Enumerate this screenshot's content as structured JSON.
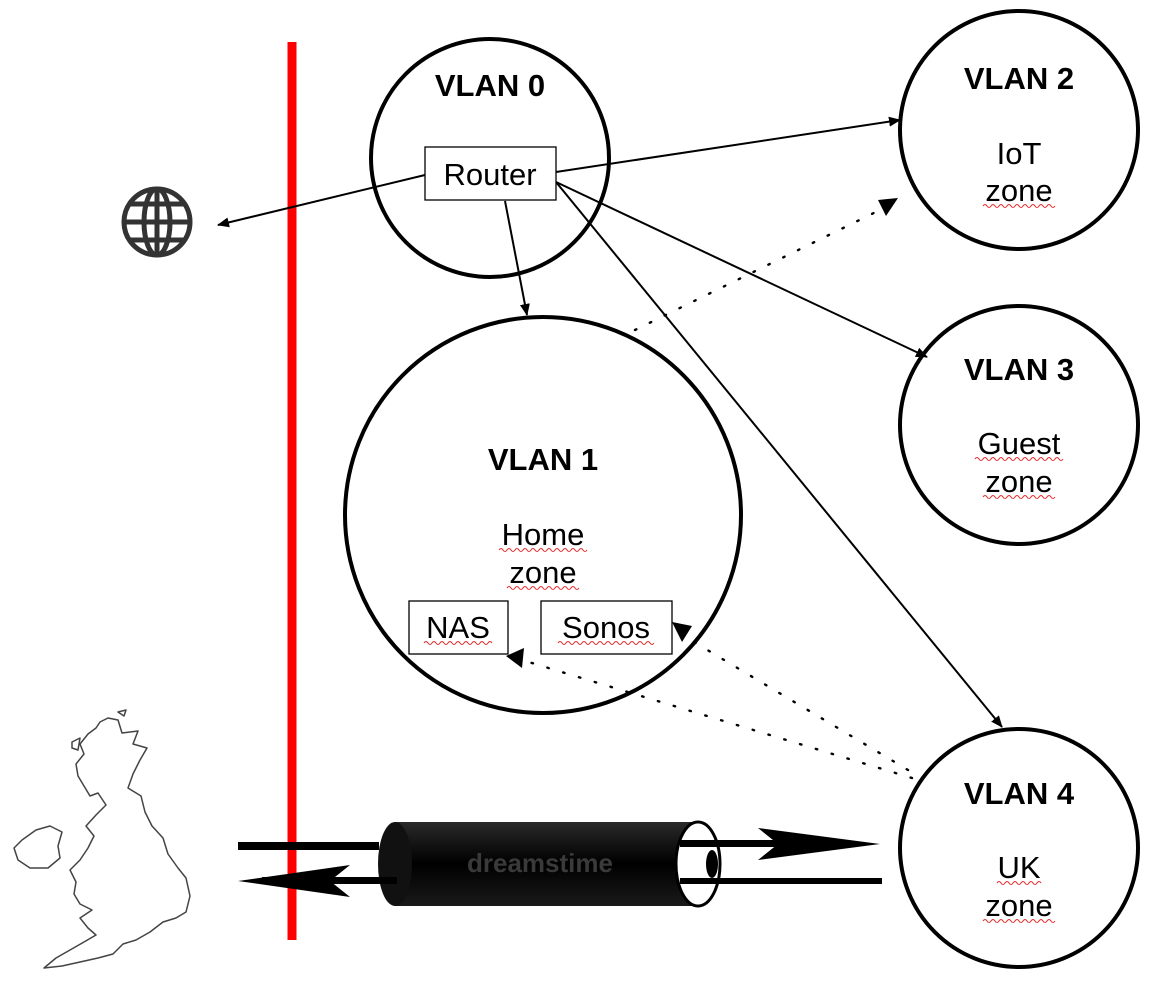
{
  "colors": {
    "boundary": "#ff0000",
    "stroke": "#000000",
    "background": "#ffffff",
    "spellcheck_underline": "#e03030"
  },
  "icons": [
    "globe-icon",
    "uk-map-icon",
    "vpn-tunnel-icon"
  ],
  "tunnel": {
    "watermark": "dreamstime"
  },
  "zones": {
    "vlan0": {
      "title": "VLAN 0",
      "device": "Router"
    },
    "vlan1": {
      "title": "VLAN 1",
      "line1": "Home",
      "line2": "zone",
      "devices": {
        "nas": "NAS",
        "sonos": "Sonos"
      }
    },
    "vlan2": {
      "title": "VLAN 2",
      "line1": "IoT",
      "line2": "zone"
    },
    "vlan3": {
      "title": "VLAN 3",
      "line1": "Guest",
      "line2": "zone"
    },
    "vlan4": {
      "title": "VLAN 4",
      "line1": "UK",
      "line2": "zone"
    }
  }
}
